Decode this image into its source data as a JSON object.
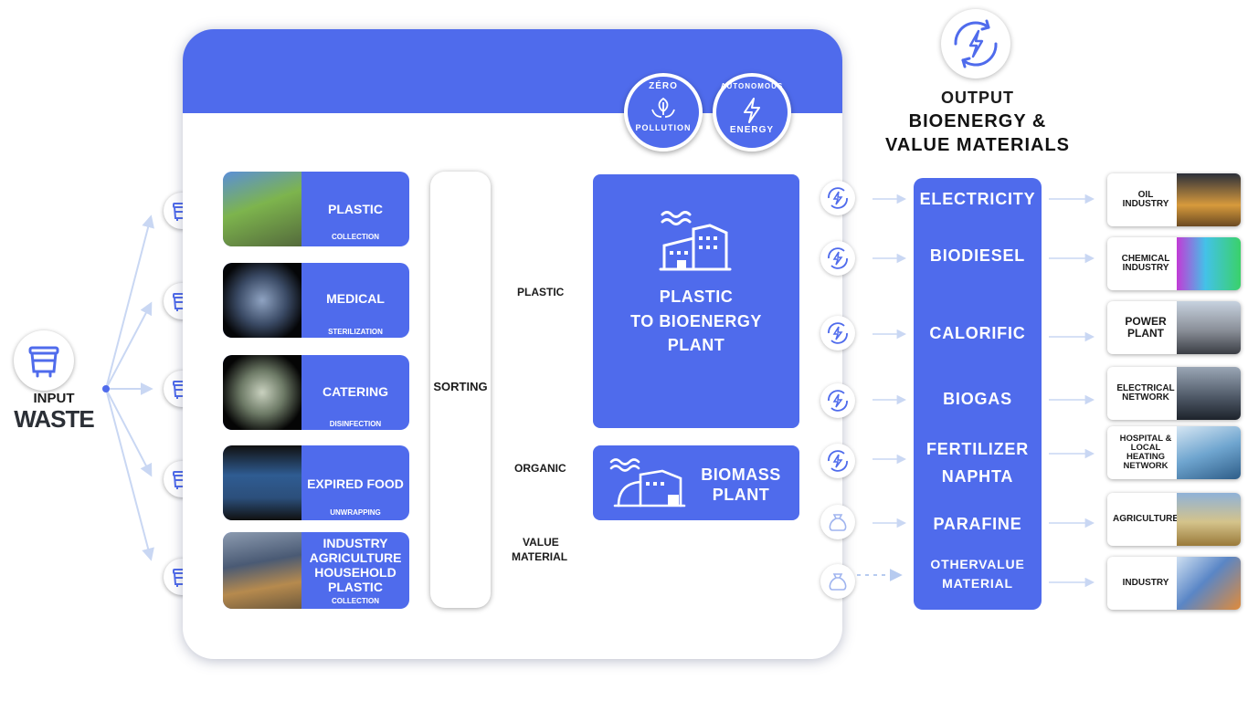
{
  "input": {
    "line1": "INPUT",
    "line2": "WASTE"
  },
  "badges": {
    "zero_pollution": {
      "top": "ZÉRO",
      "bottom": "POLLUTION"
    },
    "autonomous_energy": {
      "top": "AUTONOMOUS",
      "bottom": "ENERGY"
    }
  },
  "sources": [
    {
      "main": [
        "PLASTIC"
      ],
      "sub": "COLLECTION"
    },
    {
      "main": [
        "MEDICAL"
      ],
      "sub": "STERILIZATION"
    },
    {
      "main": [
        "CATERING"
      ],
      "sub": "DISINFECTION"
    },
    {
      "main": [
        "EXPIRED FOOD"
      ],
      "sub": "UNWRAPPING"
    },
    {
      "main": [
        "INDUSTRY",
        "AGRICULTURE",
        "HOUSEHOLD",
        "PLASTIC"
      ],
      "sub": "COLLECTION"
    }
  ],
  "sorting": "SORTING",
  "flows": {
    "plastic": "PLASTIC",
    "organic": "ORGANIC",
    "value_line1": "VALUE",
    "value_line2": "MATERIAL"
  },
  "plants": {
    "plastic": [
      "PLASTIC",
      "TO BIOENERGY",
      "PLANT"
    ],
    "biomass": [
      "BIOMASS",
      "PLANT"
    ]
  },
  "output_header": {
    "line1": "OUTPUT",
    "line2": "BIOENERGY &",
    "line3": "VALUE MATERIALS"
  },
  "outputs": [
    "ELECTRICITY",
    "BIODIESEL",
    "CALORIFIC",
    "BIOGAS",
    "FERTILIZER",
    "NAPHTA",
    "PARAFINE",
    "OTHERVALUE",
    "MATERIAL"
  ],
  "industries": [
    [
      "OIL",
      "INDUSTRY"
    ],
    [
      "CHEMICAL",
      "INDUSTRY"
    ],
    [
      "POWER",
      "PLANT"
    ],
    [
      "ELECTRICAL",
      "NETWORK"
    ],
    [
      "HOSPITAL &",
      "LOCAL",
      "HEATING",
      "NETWORK"
    ],
    [
      "AGRICULTURE"
    ],
    [
      "INDUSTRY"
    ]
  ],
  "colors": {
    "accent": "#4f6bec",
    "arrow": "#c9d7f3",
    "text": "#1b1b1b"
  }
}
